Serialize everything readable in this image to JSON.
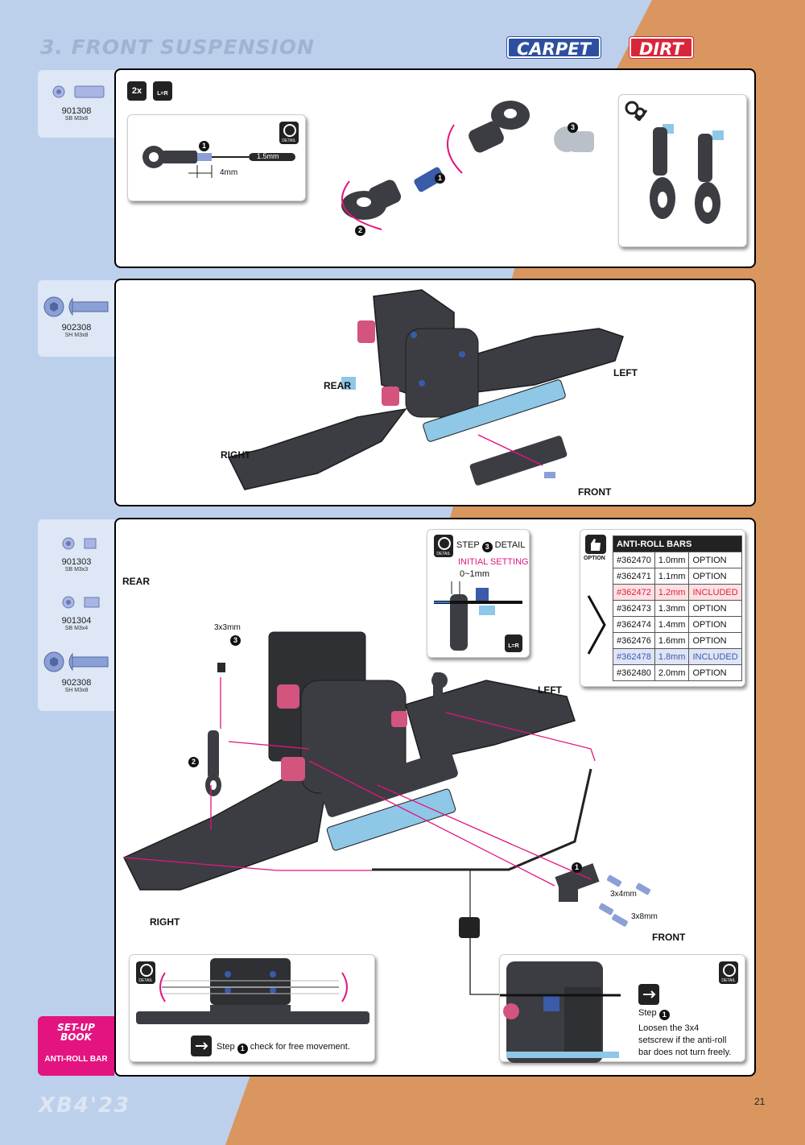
{
  "header": {
    "section_title": "3. FRONT SUSPENSION",
    "badge_carpet": "CARPET",
    "badge_dirt": "DIRT"
  },
  "colors": {
    "pink": "#e3147f",
    "blue_bg": "#bcd0ec",
    "orange_bg": "#d9965e",
    "part_blue": "#8aa0d6"
  },
  "step1": {
    "parts": [
      {
        "code": "901308",
        "desc": "SB M3x8"
      }
    ],
    "qty_label": "2x",
    "lr_label": "L=R",
    "detail": {
      "label_4mm": "4mm",
      "label_15mm": "1.5mm",
      "num1": "1"
    },
    "nums": [
      "1",
      "2",
      "3"
    ]
  },
  "step2": {
    "parts": [
      {
        "code": "902308",
        "desc": "SH M3x8"
      }
    ],
    "labels": {
      "rear": "REAR",
      "left": "LEFT",
      "right": "RIGHT",
      "front": "FRONT"
    }
  },
  "step3": {
    "parts": [
      {
        "code": "901303",
        "desc": "SB M3x3"
      },
      {
        "code": "901304",
        "desc": "SB M3x4"
      },
      {
        "code": "902308",
        "desc": "SH M3x8"
      }
    ],
    "labels": {
      "rear": "REAR",
      "left": "LEFT",
      "right": "RIGHT",
      "front": "FRONT"
    },
    "screw_3x3": "3x3mm",
    "screw_3x4": "3x4mm",
    "screw_3x8": "3x8mm",
    "nums": [
      "1",
      "2",
      "3"
    ],
    "step_detail": {
      "title": "STEP",
      "title_num": "3",
      "title_suffix": "DETAIL",
      "initial": "INITIAL SETTING",
      "range": "0~1mm",
      "lr": "L=R"
    },
    "option_label": "OPTION",
    "anti_roll_table": {
      "header": "ANTI-ROLL BARS",
      "rows": [
        {
          "part": "#362470",
          "size": "1.0mm",
          "status": "OPTION",
          "hl": ""
        },
        {
          "part": "#362471",
          "size": "1.1mm",
          "status": "OPTION",
          "hl": ""
        },
        {
          "part": "#362472",
          "size": "1.2mm",
          "status": "INCLUDED",
          "hl": "red"
        },
        {
          "part": "#362473",
          "size": "1.3mm",
          "status": "OPTION",
          "hl": ""
        },
        {
          "part": "#362474",
          "size": "1.4mm",
          "status": "OPTION",
          "hl": ""
        },
        {
          "part": "#362476",
          "size": "1.6mm",
          "status": "OPTION",
          "hl": ""
        },
        {
          "part": "#362478",
          "size": "1.8mm",
          "status": "INCLUDED",
          "hl": "blue"
        },
        {
          "part": "#362480",
          "size": "2.0mm",
          "status": "OPTION",
          "hl": ""
        }
      ]
    },
    "check_text_prefix": "Step",
    "check_text_num": "1",
    "check_text": "check for free movement.",
    "loosen_step": "Step",
    "loosen_num": "1",
    "loosen_text": "Loosen the 3x4 setscrew if the anti-roll bar does not turn freely."
  },
  "setup_book": {
    "line1": "SET-UP",
    "line2": "BOOK",
    "caption": "ANTI-ROLL BAR"
  },
  "footer": {
    "logo": "XB4'23",
    "page_number": "21"
  }
}
